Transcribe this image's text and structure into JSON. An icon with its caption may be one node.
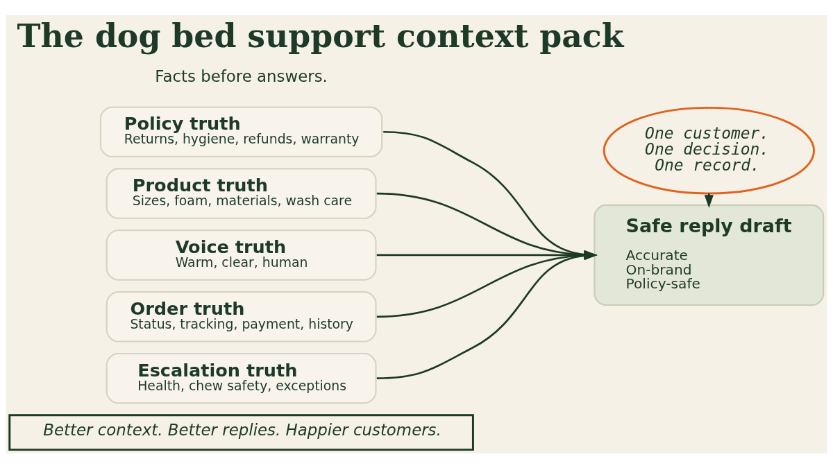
{
  "diagram": {
    "title": "The dog bed support context pack",
    "nodes": [
      {
        "text": [
          "Policy truth",
          "Returns, hygiene, refunds, warranty"
        ]
      },
      {
        "text": [
          "Product truth",
          "Sizes, foam, materials, wash care"
        ]
      },
      {
        "text": [
          "Voice truth",
          "Warm, clear, human"
        ]
      },
      {
        "text": [
          "Order truth",
          "Status, tracking, payment, history"
        ]
      },
      {
        "text": [
          "Escalation truth",
          "Health, chew safety, exceptions"
        ]
      },
      {
        "text": [
          "Safe reply draft",
          "Accurate",
          "On-brand",
          "Policy-safe"
        ]
      },
      {
        "text": [
          "One customer. One decision. One record."
        ]
      },
      {
        "text": [
          "Better context. Better replies. Happier customers."
        ]
      }
    ],
    "edges": [
      {
        "from": 0,
        "to": 5,
        "arrow": "to"
      },
      {
        "from": 1,
        "to": 5,
        "arrow": "to"
      },
      {
        "from": 2,
        "to": 5,
        "arrow": "to"
      },
      {
        "from": 3,
        "to": 5,
        "arrow": "to"
      },
      {
        "from": 4,
        "to": 5,
        "arrow": "to"
      },
      {
        "from": 6,
        "to": 5,
        "arrow": "to"
      }
    ],
    "labels": [
      "Facts before answers."
    ]
  }
}
